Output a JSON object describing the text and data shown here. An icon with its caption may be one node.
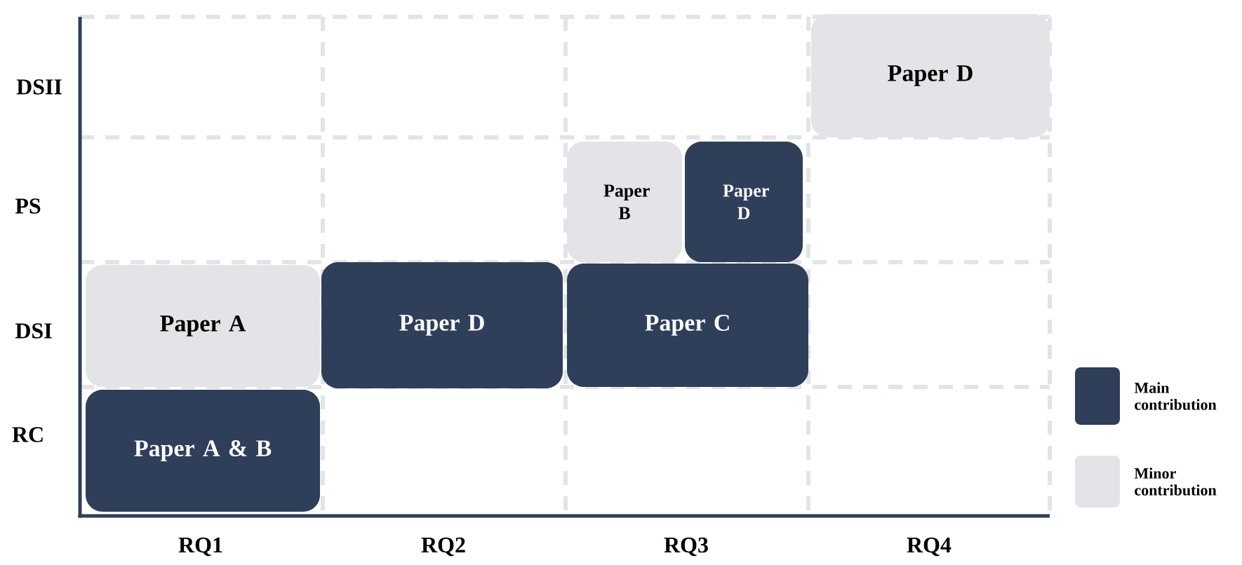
{
  "diagram": {
    "nodes": [
      {
        "text": [
          "Paper D"
        ]
      },
      {
        "text": [
          "Paper B"
        ]
      },
      {
        "text": [
          "Paper D"
        ]
      },
      {
        "text": [
          "Paper A"
        ]
      },
      {
        "text": [
          "Paper D"
        ]
      },
      {
        "text": [
          "Paper C"
        ]
      },
      {
        "text": [
          "Paper A & B"
        ]
      }
    ],
    "labels": [
      "DSII",
      "PS",
      "DSI",
      "RC",
      "RQ1",
      "RQ2",
      "RQ3",
      "RQ4"
    ],
    "legend": [
      {
        "text": "Main contribution",
        "color": "#2f3f5a"
      },
      {
        "text": "Minor contribution",
        "color": "#e3e4e8"
      }
    ]
  }
}
